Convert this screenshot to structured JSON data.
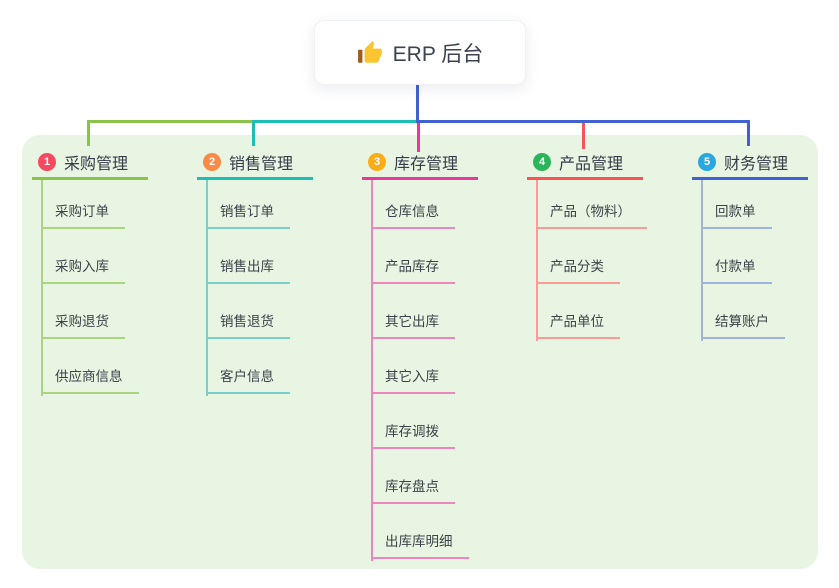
{
  "root": {
    "label": "ERP 后台",
    "icon": "thumbs-up-icon"
  },
  "colors": {
    "canvas_bg": "#ffffff",
    "panel_bg": "#e8f5e3",
    "root_card_bg": "#ffffff",
    "root_text": "#3b434e",
    "header_text": "#333c47",
    "child_text": "#3d4248",
    "root_connector": "#4161d2",
    "thumb_hand": "#fbc531",
    "thumb_cuff": "#9c5b21"
  },
  "branches": [
    {
      "num": "1",
      "label": "采购管理",
      "badge_color": "#f4495f",
      "line_color": "#8ac24a",
      "child_line_color": "#aad47d",
      "children": [
        "采购订单",
        "采购入库",
        "采购退货",
        "供应商信息"
      ]
    },
    {
      "num": "2",
      "label": "销售管理",
      "badge_color": "#fb8a47",
      "line_color": "#1bbfb4",
      "child_line_color": "#79d0c9",
      "children": [
        "销售订单",
        "销售出库",
        "销售退货",
        "客户信息"
      ]
    },
    {
      "num": "3",
      "label": "库存管理",
      "badge_color": "#fbad18",
      "line_color": "#e6399b",
      "child_line_color": "#ef85bd",
      "children": [
        "仓库信息",
        "产品库存",
        "其它出库",
        "其它入库",
        "库存调拨",
        "库存盘点",
        "出库库明细"
      ]
    },
    {
      "num": "4",
      "label": "产品管理",
      "badge_color": "#2bb55a",
      "line_color": "#fa5257",
      "child_line_color": "#fb9a97",
      "children": [
        "产品（物料）",
        "产品分类",
        "产品单位"
      ]
    },
    {
      "num": "5",
      "label": "财务管理",
      "badge_color": "#29a7e1",
      "line_color": "#4161d2",
      "child_line_color": "#9fb3dd",
      "children": [
        "回款单",
        "付款单",
        "结算账户"
      ]
    }
  ]
}
